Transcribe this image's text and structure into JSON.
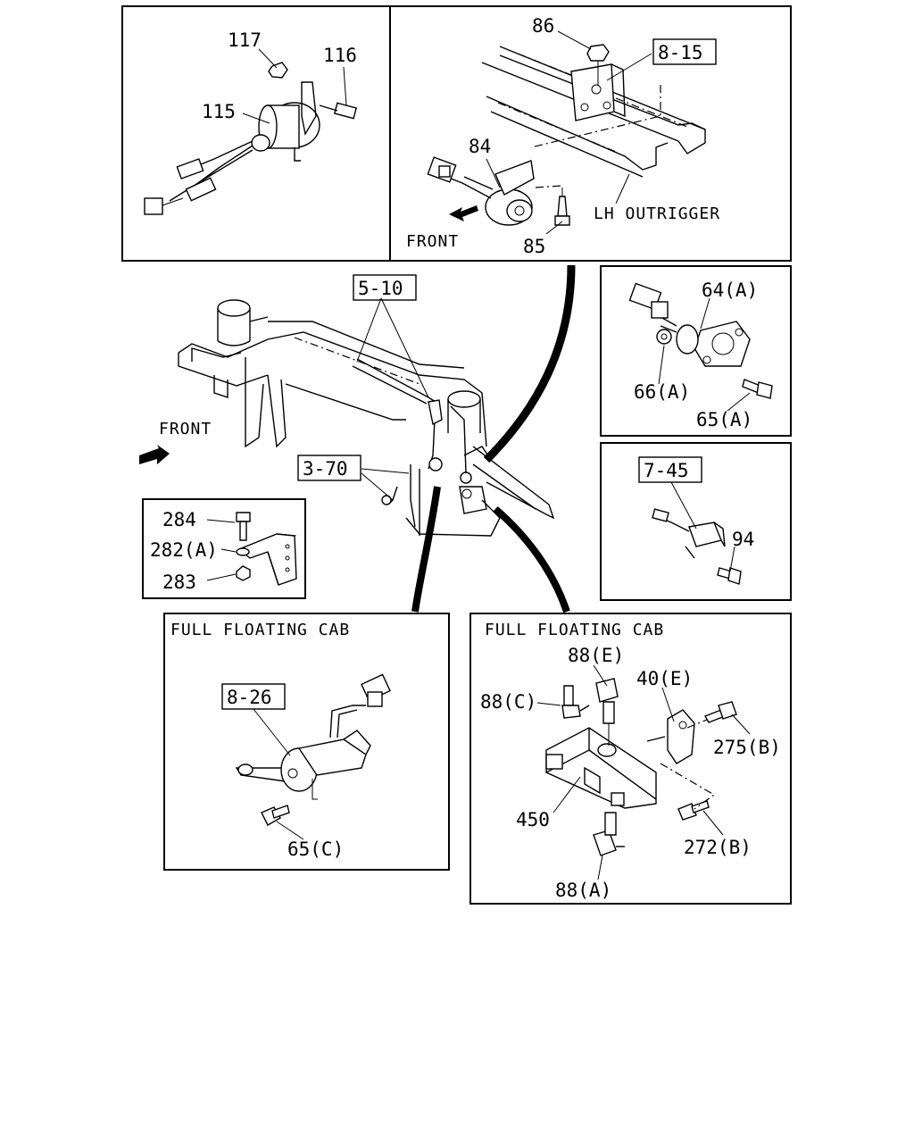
{
  "panels": {
    "top_left": {
      "labels": [
        "117",
        "116",
        "115"
      ]
    },
    "top_right": {
      "labels": [
        "86",
        "8-15",
        "84",
        "85",
        "LH OUTRIGGER",
        "FRONT"
      ]
    },
    "main": {
      "labels": [
        "5-10",
        "FRONT",
        "3-70"
      ]
    },
    "right_upper": {
      "labels": [
        "64(A)",
        "66(A)",
        "65(A)"
      ]
    },
    "right_middle": {
      "labels": [
        "7-45",
        "94"
      ]
    },
    "small_bracket": {
      "labels": [
        "284",
        "282(A)",
        "283"
      ]
    },
    "bottom_left": {
      "title": "FULL FLOATING CAB",
      "labels": [
        "8-26",
        "65(C)"
      ]
    },
    "bottom_right": {
      "title": "FULL FLOATING CAB",
      "labels": [
        "88(E)",
        "40(E)",
        "88(C)",
        "275(B)",
        "450",
        "272(B)",
        "88(A)"
      ]
    }
  },
  "icons": [
    "front-arrow-icon",
    "front-arrow-icon"
  ]
}
